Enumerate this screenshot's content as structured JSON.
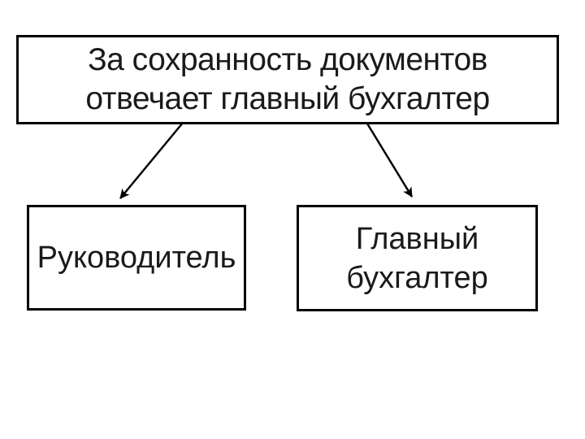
{
  "slide": {
    "background_color": "#ffffff",
    "box_border_color": "#000000",
    "text_color": "#1a1a1a",
    "title_box": {
      "lines": [
        "За сохранность документов",
        "отвечает главный бухгалтер"
      ]
    },
    "left_box": {
      "lines": [
        "Руководитель"
      ]
    },
    "right_box": {
      "lines": [
        "Главный",
        "бухгалтер"
      ]
    },
    "connectors": [
      {
        "name": "arrow-title-to-left-box",
        "from": "title_box",
        "to": "left_box",
        "style": "straight-line-arrowhead"
      },
      {
        "name": "arrow-title-to-right-box",
        "from": "title_box",
        "to": "right_box",
        "style": "straight-line-arrowhead"
      }
    ]
  }
}
